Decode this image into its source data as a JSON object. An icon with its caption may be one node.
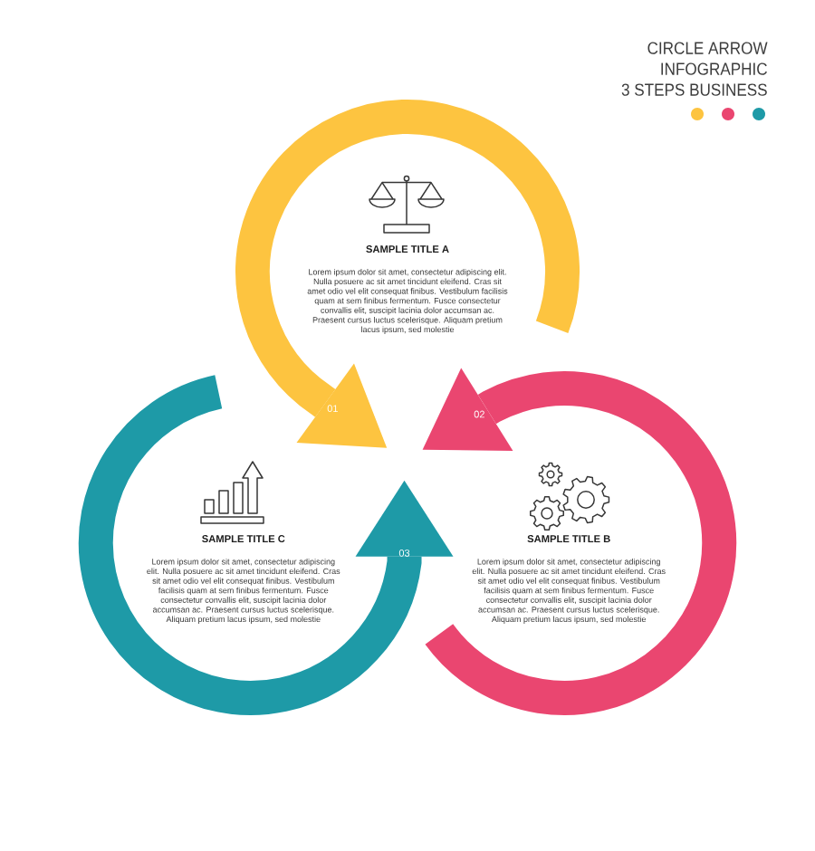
{
  "diagram": {
    "title": "CIRCLE ARROW INFOGRAPHIC 3 STEPS BUSINESS",
    "nodes": [
      {
        "text": [
          "SAMPLE TITLE A",
          "Lorem ipsum dolor sit amet, consectetur adipiscing elit. Nulla posuere ac sit amet tincidunt eleifend. Cras sit amet odio vel elit consequat finibus. Vestibulum facilisis quam at sem finibus fermentum. Fusce consectetur convallis elit, suscipit lacinia dolor accumsan ac. Praesent cursus luctus scelerisque. Aliquam pretium lacus ipsum, sed molestie",
          "01"
        ]
      },
      {
        "text": [
          "SAMPLE TITLE C",
          "03",
          "Lorem ipsum dolor sit amet, consectetur adipiscing elit. Nulla posuere ac sit amet tincidunt eleifend. Cras sit amet odio vel elit consequat finibus. Vestibulum facilisis quam at sem finibus fermentum. Fusce consectetur convallis elit, suscipit lacinia dolor accumsan ac. Praesent cursus luctus scelerisque. Aliquam pretium lacus ipsum, sed molestie"
        ]
      },
      {
        "text": [
          "02",
          "SAMPLE TITLE B",
          "Lorem ipsum dolor sit amet, consectetur adipiscing elit. Nulla posuere ac sit amet tincidunt eleifend. Cras sit amet odio vel elit consequat finibus. Vestibulum facilisis quam at sem finibus fermentum. Fusce consectetur convallis elit, suscipit lacinia dolor accumsan ac. Praesent cursus luctus scelerisque. Aliquam pretium lacus ipsum, sed molestie"
        ]
      }
    ]
  }
}
